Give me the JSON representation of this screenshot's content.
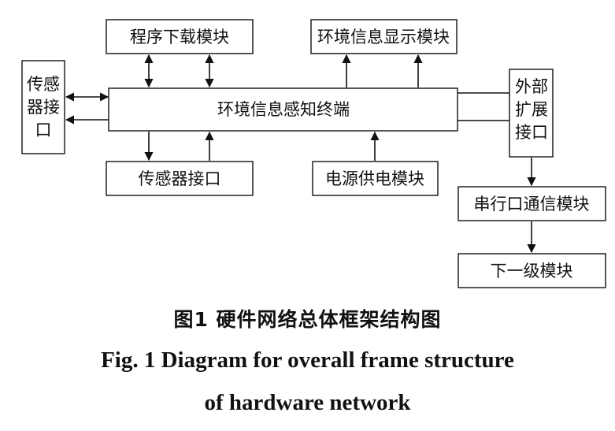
{
  "nodes": {
    "program_download": "程序下载模块",
    "env_display": "环境信息显示模块",
    "sensor_interface_left": [
      "传感",
      "器接",
      "口"
    ],
    "terminal": "环境信息感知终端",
    "ext_interface": [
      "外部",
      "扩展",
      "接口"
    ],
    "sensor_interface_bottom": "传感器接口",
    "power_supply": "电源供电模块",
    "serial_comm": "串行口通信模块",
    "next_level": "下一级模块"
  },
  "caption": {
    "zh": "图1  硬件网络总体框架结构图",
    "en_line1": "Fig. 1  Diagram for overall frame structure",
    "en_line2": "of hardware network"
  }
}
